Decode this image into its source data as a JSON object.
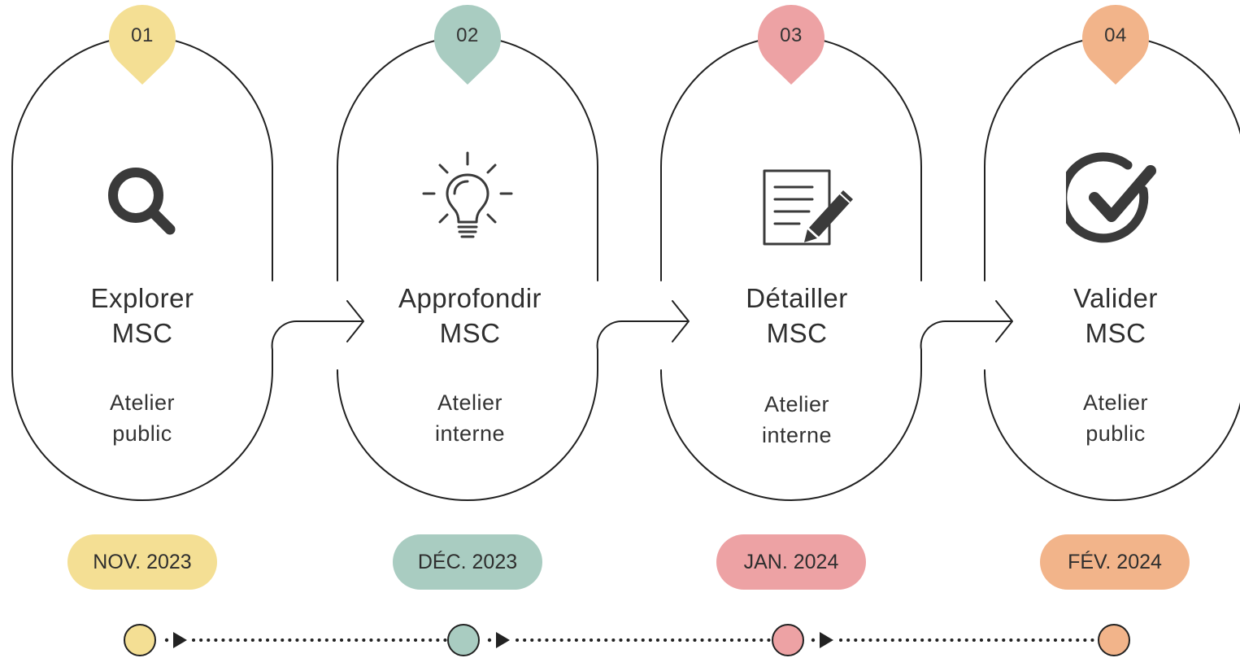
{
  "colors": {
    "yellow": "#f4df94",
    "green": "#a9ccc1",
    "pink": "#eda2a4",
    "orange": "#f2b48a",
    "stroke": "#222222"
  },
  "steps": [
    {
      "number": "01",
      "icon": "search-icon",
      "title_line1": "Explorer",
      "title_line2": "MSC",
      "sub_line1": "Atelier",
      "sub_line2": "public",
      "date": "NOV. 2023",
      "color": "#f4df94"
    },
    {
      "number": "02",
      "icon": "lightbulb-icon",
      "title_line1": "Approfondir",
      "title_line2": "MSC",
      "sub_line1": "Atelier",
      "sub_line2": "interne",
      "date": "DÉC. 2023",
      "color": "#a9ccc1"
    },
    {
      "number": "03",
      "icon": "document-pencil-icon",
      "title_line1": "Détailler",
      "title_line2": "MSC",
      "sub_line1": "Atelier",
      "sub_line2": "interne",
      "date": "JAN. 2024",
      "color": "#eda2a4"
    },
    {
      "number": "04",
      "icon": "check-circle-icon",
      "title_line1": "Valider",
      "title_line2": "MSC",
      "sub_line1": "Atelier",
      "sub_line2": "public",
      "date": "FÉV. 2024",
      "color": "#f2b48a"
    }
  ]
}
